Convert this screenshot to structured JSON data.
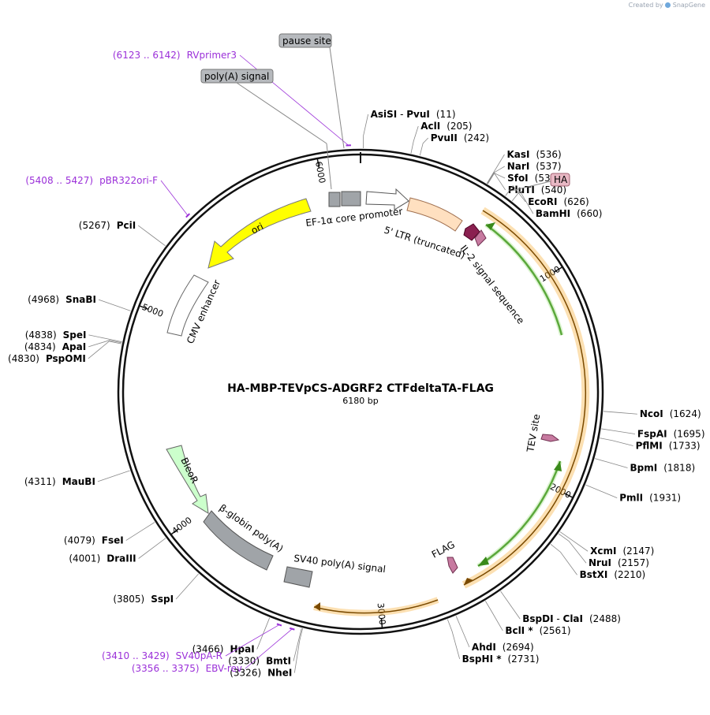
{
  "credit": {
    "created_by": "Created by",
    "app": "SnapGene"
  },
  "plasmid": {
    "name": "HA-MBP-TEVpCS-ADGRF2 CTFdeltaTA-FLAG",
    "size_label": "6180 bp",
    "total_bp": 6180
  },
  "ticks": [
    {
      "bp": 1000,
      "label": "1000"
    },
    {
      "bp": 2000,
      "label": "2000"
    },
    {
      "bp": 3000,
      "label": "3000"
    },
    {
      "bp": 4000,
      "label": "4000"
    },
    {
      "bp": 5000,
      "label": "5000"
    },
    {
      "bp": 6000,
      "label": "6000"
    }
  ],
  "sites": [
    {
      "name": "AsiSI",
      "name2": "PvuI",
      "pos": "(11)",
      "bp": 11,
      "side": "r"
    },
    {
      "name": "AclI",
      "pos": "(205)",
      "bp": 205,
      "side": "r"
    },
    {
      "name": "PvuII",
      "pos": "(242)",
      "bp": 242,
      "side": "r"
    },
    {
      "name": "KasI",
      "pos": "(536)",
      "bp": 536,
      "side": "r"
    },
    {
      "name": "NarI",
      "pos": "(537)",
      "bp": 537,
      "side": "r"
    },
    {
      "name": "SfoI",
      "pos": "(538)",
      "bp": 538,
      "side": "r"
    },
    {
      "name": "PluTI",
      "pos": "(540)",
      "bp": 540,
      "side": "r"
    },
    {
      "name": "EcoRI",
      "pos": "(626)",
      "bp": 626,
      "side": "r"
    },
    {
      "name": "BamHI",
      "pos": "(660)",
      "bp": 660,
      "side": "r"
    },
    {
      "name": "NcoI",
      "pos": "(1624)",
      "bp": 1624,
      "side": "r"
    },
    {
      "name": "FspAI",
      "pos": "(1695)",
      "bp": 1695,
      "side": "r"
    },
    {
      "name": "PflMI",
      "pos": "(1733)",
      "bp": 1733,
      "side": "r"
    },
    {
      "name": "BpmI",
      "pos": "(1818)",
      "bp": 1818,
      "side": "r"
    },
    {
      "name": "PmlI",
      "pos": "(1931)",
      "bp": 1931,
      "side": "r"
    },
    {
      "name": "XcmI",
      "pos": "(2147)",
      "bp": 2147,
      "side": "r"
    },
    {
      "name": "NruI",
      "pos": "(2157)",
      "bp": 2157,
      "side": "r"
    },
    {
      "name": "BstXI",
      "pos": "(2210)",
      "bp": 2210,
      "side": "r"
    },
    {
      "name": "BspDI",
      "name2": "ClaI",
      "pos": "(2488)",
      "bp": 2488,
      "side": "r"
    },
    {
      "name": "BclI *",
      "pos": "(2561)",
      "bp": 2561,
      "side": "r"
    },
    {
      "name": "AhdI",
      "pos": "(2694)",
      "bp": 2694,
      "side": "r"
    },
    {
      "name": "BspHI *",
      "pos": "(2731)",
      "bp": 2731,
      "side": "r"
    },
    {
      "name": "NheI",
      "pos": "(3326)",
      "bp": 3326,
      "side": "l"
    },
    {
      "name": "BmtI",
      "pos": "(3330)",
      "bp": 3330,
      "side": "l"
    },
    {
      "name": "HpaI",
      "pos": "(3466)",
      "bp": 3466,
      "side": "l"
    },
    {
      "name": "SspI",
      "pos": "(3805)",
      "bp": 3805,
      "side": "l"
    },
    {
      "name": "DraIII",
      "pos": "(4001)",
      "bp": 4001,
      "side": "l"
    },
    {
      "name": "FseI",
      "pos": "(4079)",
      "bp": 4079,
      "side": "l"
    },
    {
      "name": "MauBI",
      "pos": "(4311)",
      "bp": 4311,
      "side": "l"
    },
    {
      "name": "PspOMI",
      "pos": "(4830)",
      "bp": 4830,
      "side": "l"
    },
    {
      "name": "ApaI",
      "pos": "(4834)",
      "bp": 4834,
      "side": "l"
    },
    {
      "name": "SpeI",
      "pos": "(4838)",
      "bp": 4838,
      "side": "l"
    },
    {
      "name": "SnaBI",
      "pos": "(4968)",
      "bp": 4968,
      "side": "l"
    },
    {
      "name": "PciI",
      "pos": "(5267)",
      "bp": 5267,
      "side": "l"
    }
  ],
  "primers": [
    {
      "range": "(6123 .. 6142)",
      "name": "RVprimer3",
      "bp": 6132
    },
    {
      "range": "(5408 .. 5427)",
      "name": "pBR322ori-F",
      "bp": 5418
    },
    {
      "range": "(3410 .. 3429)",
      "name": "SV40pA-R",
      "bp": 3420
    },
    {
      "range": "(3356 .. 3375)",
      "name": "EBV-rev",
      "bp": 3366
    }
  ],
  "boxed_labels": [
    {
      "text": "pause site"
    },
    {
      "text": "poly(A) signal"
    },
    {
      "text": "HA"
    }
  ],
  "features": [
    {
      "label": "EF-1α core promoter"
    },
    {
      "label": "5' LTR (truncated)"
    },
    {
      "label": "IL-2 signal sequence"
    },
    {
      "label": "ori"
    },
    {
      "label": "CMV enhancer"
    },
    {
      "label": "TEV site"
    },
    {
      "label": "FLAG"
    },
    {
      "label": "BleoR"
    },
    {
      "label": "β-globin poly(A)"
    },
    {
      "label": "SV40 poly(A) signal"
    }
  ],
  "colors": {
    "backbone": "#111111",
    "ori": "#ffff00",
    "bleoR": "#ccffcc",
    "ltr": "#ffe0c0",
    "grey": "#a0a4a8",
    "orange_arc": "#f5a623",
    "green_arc": "#3a8a1a",
    "primer": "#9b30d9",
    "ha_box": "#e8b8c4",
    "il2": "#8a2050",
    "tag": "#c77aa0"
  }
}
